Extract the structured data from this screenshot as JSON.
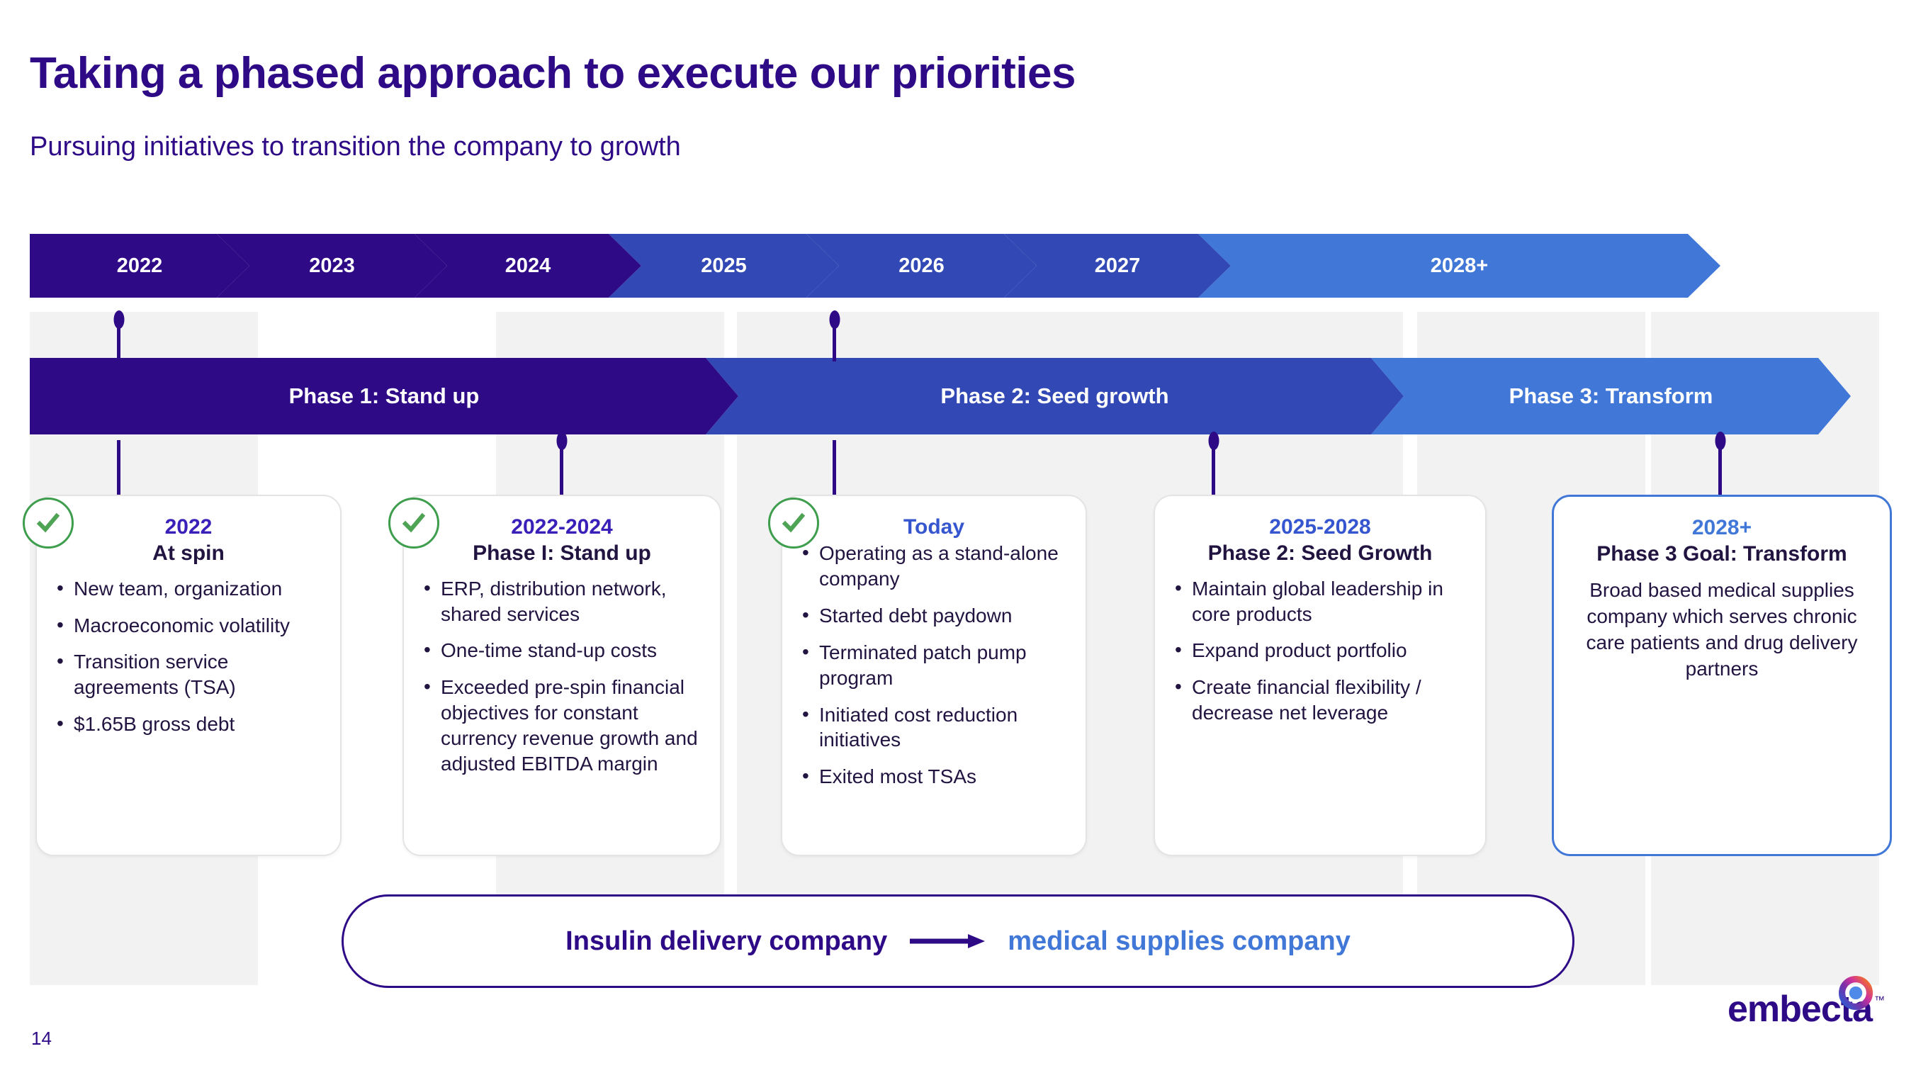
{
  "header": {
    "title": "Taking a phased approach to execute our priorities",
    "subtitle": "Pursuing initiatives to transition the company to growth"
  },
  "timeline": {
    "years": [
      {
        "label": "2022",
        "tone": "dark"
      },
      {
        "label": "2023",
        "tone": "dark"
      },
      {
        "label": "2024",
        "tone": "dark"
      },
      {
        "label": "2025",
        "tone": "mid"
      },
      {
        "label": "2026",
        "tone": "mid"
      },
      {
        "label": "2027",
        "tone": "mid"
      },
      {
        "label": "2028+",
        "tone": "light"
      }
    ],
    "phases": [
      {
        "label": "Phase 1: Stand up",
        "tone": "dark"
      },
      {
        "label": "Phase 2: Seed growth",
        "tone": "mid"
      },
      {
        "label": "Phase 3: Transform",
        "tone": "light"
      }
    ]
  },
  "cards": [
    {
      "year": "2022",
      "subtitle": "At spin",
      "year_color": "#3A1FB8",
      "checked": true,
      "outlined": false,
      "bullets": [
        "New team, organization",
        "Macroeconomic volatility",
        "Transition service agreements (TSA)",
        "$1.65B gross debt"
      ],
      "body": ""
    },
    {
      "year": "2022-2024",
      "subtitle": "Phase I: Stand up",
      "year_color": "#3A1FB8",
      "checked": true,
      "outlined": false,
      "bullets": [
        "ERP, distribution network, shared services",
        "One-time stand-up costs",
        "Exceeded pre-spin financial objectives for constant currency revenue growth and adjusted EBITDA margin"
      ],
      "body": ""
    },
    {
      "year": "Today",
      "subtitle": "",
      "year_color": "#3556CE",
      "checked": true,
      "outlined": false,
      "bullets": [
        "Operating as a stand-alone company",
        "Started debt paydown",
        "Terminated patch pump program",
        "Initiated cost reduction initiatives",
        "Exited most TSAs"
      ],
      "body": ""
    },
    {
      "year": "2025-2028",
      "subtitle": "Phase 2: Seed Growth",
      "year_color": "#3556CE",
      "checked": false,
      "outlined": false,
      "bullets": [
        "Maintain global leadership in core products",
        "Expand product portfolio",
        "Create financial flexibility / decrease net leverage"
      ],
      "body": ""
    },
    {
      "year": "2028+",
      "subtitle": "Phase 3 Goal: Transform",
      "year_color": "#4178D8",
      "checked": false,
      "outlined": true,
      "bullets": [],
      "body": "Broad based medical supplies company which serves chronic care patients and drug delivery partners"
    }
  ],
  "callout": {
    "from": "Insulin delivery company",
    "to": "medical supplies company",
    "arrow": "arrow-right-icon"
  },
  "footer": {
    "page_number": "14",
    "logo_wordmark": "embecta",
    "logo_tm": "™"
  },
  "colors": {
    "dark_purple": "#2E0A87",
    "mid_blue": "#3249B5",
    "light_blue": "#4178D8",
    "check_green": "#3E9E4E",
    "body_navy": "#221440",
    "stripe_gray": "#f2f2f2"
  }
}
